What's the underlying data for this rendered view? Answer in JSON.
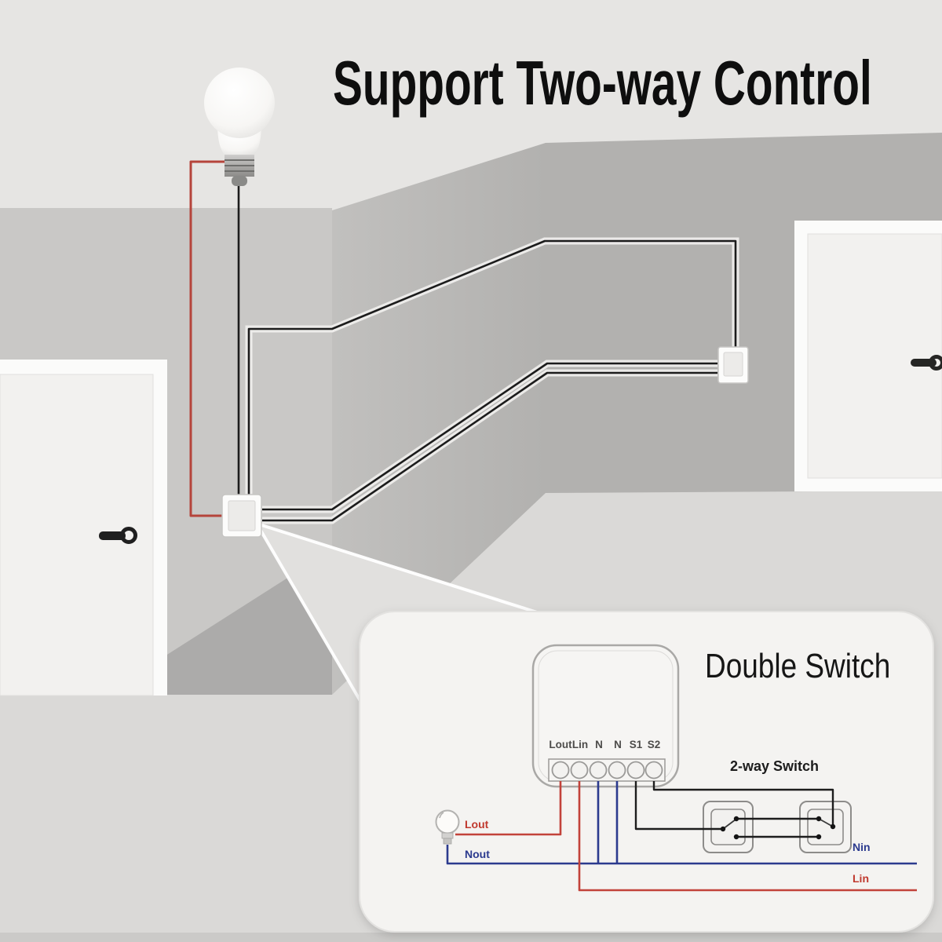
{
  "title": "Support Two-way Control",
  "panel": {
    "heading": "Double Switch",
    "two_way_label": "2-way Switch",
    "terminals": [
      "Lout",
      "Lin",
      "N",
      "N",
      "S1",
      "S2"
    ],
    "labels": {
      "lout": "Lout",
      "nout": "Nout",
      "nin": "Nin",
      "lin": "Lin"
    }
  },
  "colors": {
    "live_wire": "#c2423a",
    "neutral_wire": "#2b3a8e",
    "switch_wire": "#1d1d1d",
    "scene_live_wire": "#b5443b"
  }
}
